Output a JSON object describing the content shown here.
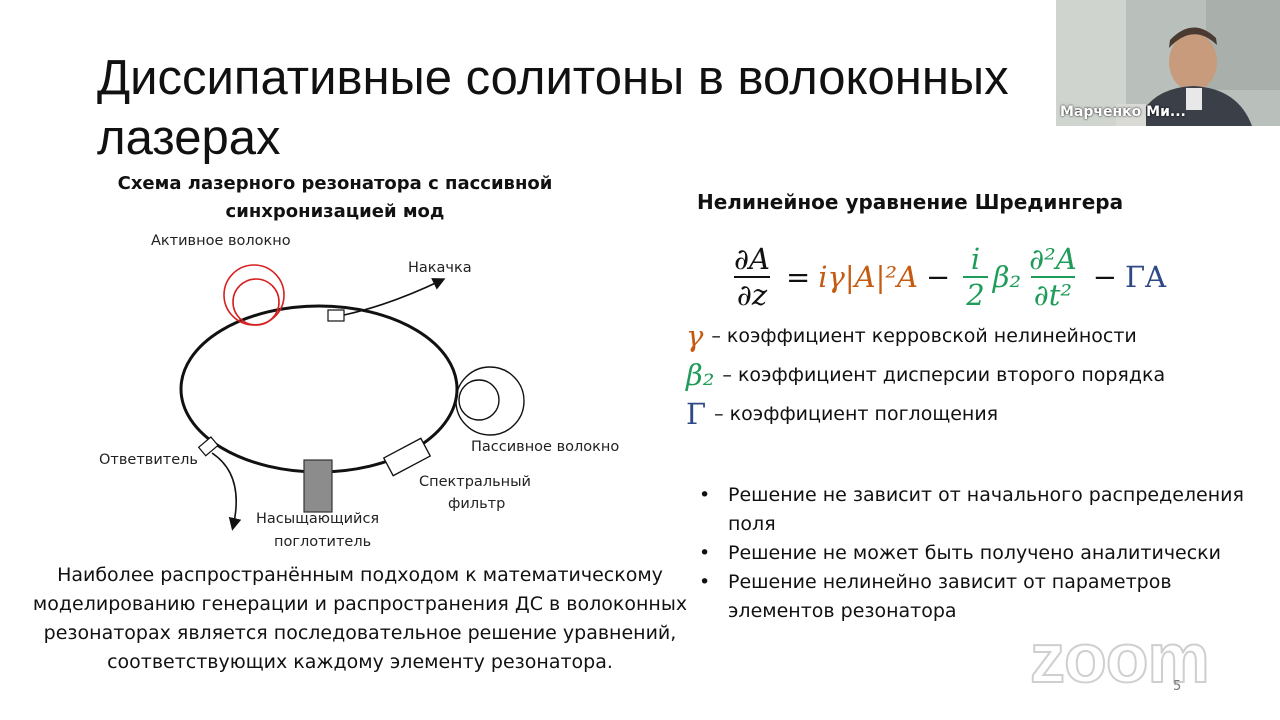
{
  "slide": {
    "title": "Диссипативные солитоны в волоконных лазерах",
    "page_number": "5"
  },
  "diagram": {
    "title": "Схема лазерного резонатора с пассивной синхронизацией мод",
    "labels": {
      "active_fiber": "Активное волокно",
      "pump": "Накачка",
      "passive_fiber": "Пассивное волокно",
      "coupler": "Ответвитель",
      "spectral_filter_1": "Спектральный",
      "spectral_filter_2": "фильтр",
      "absorber_1": "Насыщающийся",
      "absorber_2": "поглотитель"
    },
    "colors": {
      "active_fiber": "#d62020",
      "ring": "#111111"
    }
  },
  "bottom_paragraph": "Наиболее распространённым подходом к математическому моделированию генерации и распространения ДС в волоконных резонаторах является последовательное решение уравнений, соответствующих каждому элементу резонатора.",
  "equation_block": {
    "title": "Нелинейное уравнение Шредингера",
    "lhs_num": "∂A",
    "lhs_den": "∂z",
    "eq": "=",
    "nonlinear_term": "iγ|A|²A",
    "minus1": "−",
    "disp_frac_num": "i",
    "disp_frac_den": "2",
    "beta": "β₂",
    "d2_num": "∂²A",
    "d2_den": "∂t²",
    "minus2": "−",
    "loss_term": "ΓA",
    "colors": {
      "gamma": "#c55a11",
      "beta": "#1f9c5a",
      "Gamma": "#2e4a86"
    }
  },
  "definitions": [
    {
      "symbol": "γ",
      "text": "– коэффициент керровской нелинейности"
    },
    {
      "symbol": "β₂",
      "text": "– коэффициент дисперсии второго порядка"
    },
    {
      "symbol": "Γ",
      "text": "– коэффициент поглощения"
    }
  ],
  "bullets": [
    "Решение не зависит от начального распределения поля",
    "Решение не может быть получено аналитически",
    "Решение нелинейно зависит от параметров элементов резонатора"
  ],
  "video": {
    "participant_name": "Марченко Ми..."
  },
  "watermark": "zoom"
}
